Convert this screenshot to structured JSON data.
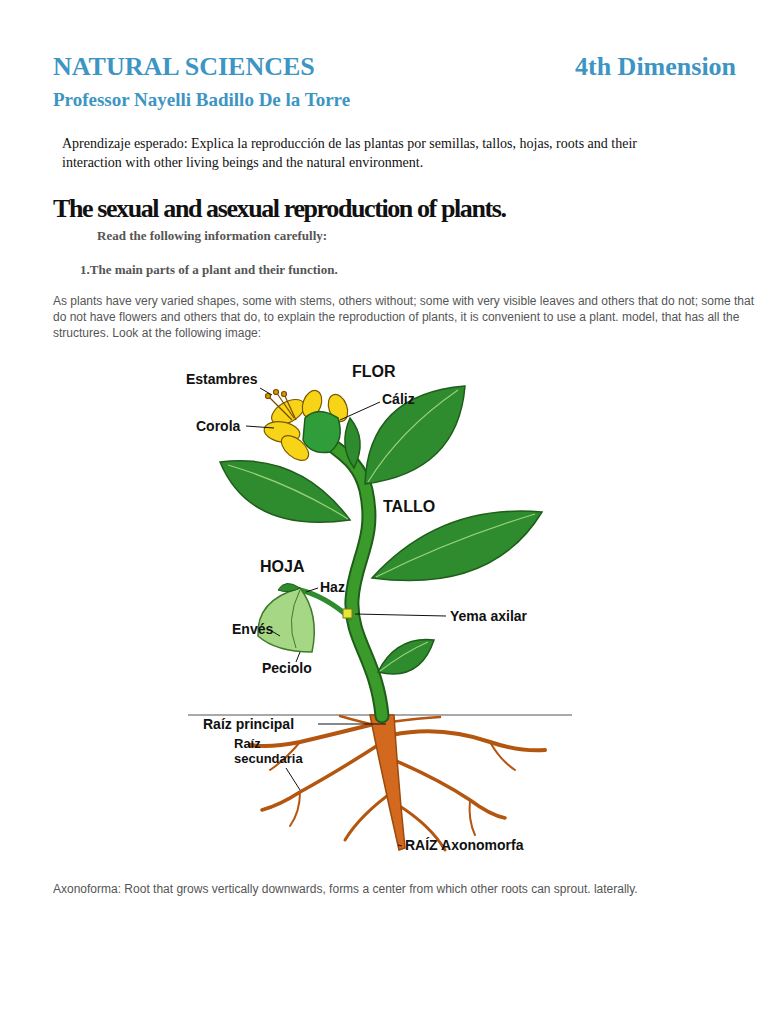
{
  "diagram": {
    "title": "The sexual and asexual reproduction of plants.",
    "labels": [
      "NATURAL SCIENCES",
      "4th Dimension",
      "Professor Nayelli Badillo De la Torre",
      "Aprendizaje esperado: Explica la reproducción de las plantas por semillas, tallos, hojas, roots and their interaction with other living beings and the natural environment.",
      "Read the following information carefully:",
      "1.The main parts of a plant and their function.",
      "As plants have very varied shapes, some with stems, others without; some with very visible leaves and others that do not; some that do not have flowers and others that do, to explain the reproduction of plants, it is convenient to use a plant. model, that has all the structures. Look at the following image:",
      "Estambres",
      "FLOR",
      "Cáliz",
      "Corola",
      "TALLO",
      "HOJA",
      "Haz",
      "Yema axilar",
      "Envés",
      "Peciolo",
      "Raíz principal",
      "Raíz secundaria",
      "RAÍZ Axonomorfa",
      "Axonoforma: Root that grows vertically downwards, forms a center from which other roots can sprout. laterally."
    ]
  }
}
